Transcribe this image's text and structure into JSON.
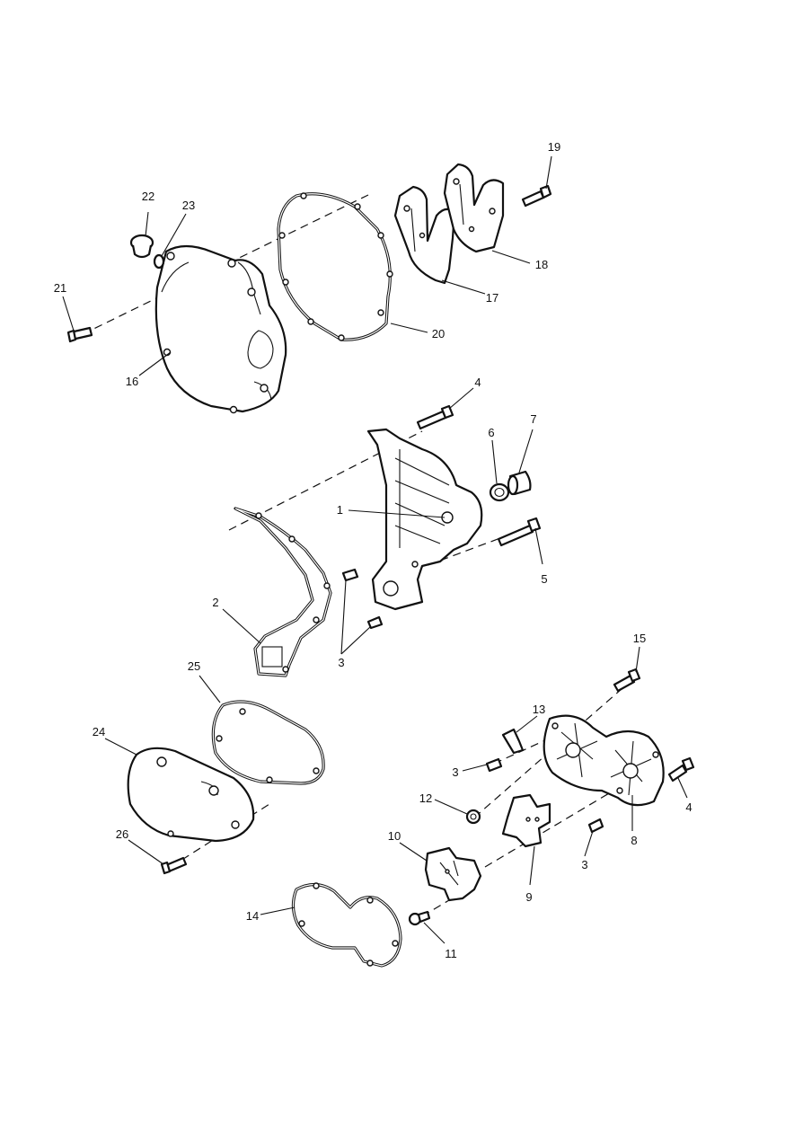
{
  "labels": [
    "1",
    "2",
    "3",
    "3",
    "3",
    "4",
    "4",
    "5",
    "6",
    "7",
    "8",
    "9",
    "10",
    "11",
    "12",
    "13",
    "14",
    "15",
    "16",
    "17",
    "18",
    "19",
    "20",
    "21",
    "22",
    "23",
    "24",
    "25",
    "26"
  ]
}
